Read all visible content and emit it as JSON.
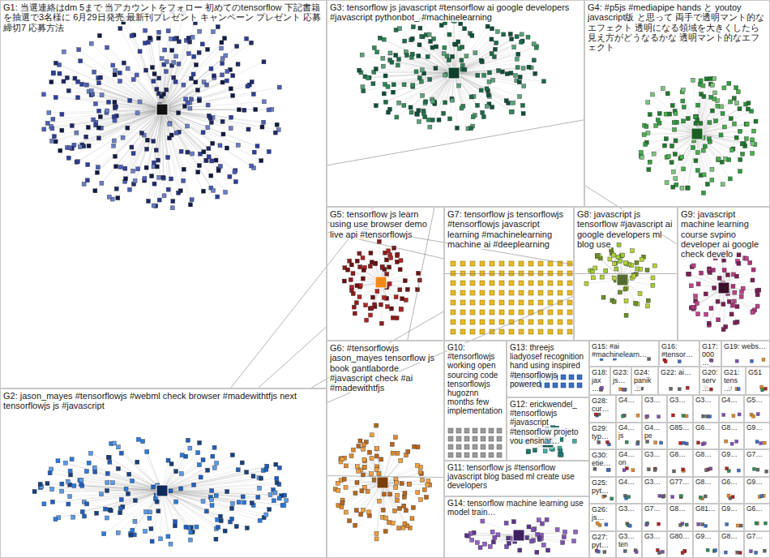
{
  "diagram": {
    "nodes": [
      {
        "text": [
          "G1: 当選連絡はdm 5まで 当アカウントをフォロー 初めてのtensorflow 下記書籍を抽選で3名様に 6月29日発売 最新刊プレゼント キャンペーン プレゼント 応募締切7 応募方法"
        ]
      },
      {
        "text": [
          "G3: tensorflow js javascript #tensorflow ai google developers #javascript pythonbot_ #machinelearning"
        ]
      },
      {
        "text": [
          "G4: #p5js #mediapipe hands と youtoy javascript版 と思って 両手で透明マント的なエフェクト 透明になる領域を大きくしたら見え方がどうなるかな 透明マント的なエフェクト"
        ]
      },
      {
        "text": [
          "G5: tensorflow js learn using use browser demo live api #tensorflowjs"
        ]
      },
      {
        "text": [
          "G7: tensorflow js tensorflowjs #tensorflowjs javascript learning #machinelearning machine ai #deeplearning"
        ]
      },
      {
        "text": [
          "G8: javascript js tensorflow #javascript ai google developers ml blog use"
        ]
      },
      {
        "text": [
          "G9: javascript machine learning course svpino developer ai google check develo"
        ]
      },
      {
        "text": [
          "G2: jason_mayes #tensorflowjs #webml check browser #madewithtfjs next tensorflowjs js #javascript"
        ]
      },
      {
        "text": [
          "G6: #tensorflowjs jason_mayes tensorflow js book gantlaborde #javascript check #ai #madewithtfjs"
        ]
      },
      {
        "text": [
          "G10: #tensorflowjs working open sourcing code tensorflowjs hugoznn months few implementation"
        ]
      },
      {
        "text": [
          "G13: threejs liadyosef recognition hand using inspired #tensorflowjs powered"
        ]
      },
      {
        "text": [
          "G12: erickwendel_ #tensorflowjs #javascript #tensorflow projeto vou ensinar…"
        ]
      },
      {
        "text": [
          "G11: tensorflow js #tensorflow javascript blog based ml create use developers"
        ]
      },
      {
        "text": [
          "G14: tensorflow machine learning use model train…"
        ]
      },
      {
        "text": [
          "G15: #ai #machinelearn…"
        ]
      },
      {
        "text": [
          "G16: #tensor…"
        ]
      },
      {
        "text": [
          "G17: 000…"
        ]
      },
      {
        "text": [
          "G19: webs…"
        ]
      },
      {
        "text": [
          "G18: jax…"
        ]
      },
      {
        "text": [
          "G23: js…"
        ]
      },
      {
        "text": [
          "G24: panik…"
        ]
      },
      {
        "text": [
          "G22: ai…"
        ]
      },
      {
        "text": [
          "G20: serv…"
        ]
      },
      {
        "text": [
          "G21: tens…"
        ]
      },
      {
        "text": [
          "G51"
        ]
      },
      {
        "text": [
          "G28: cur…"
        ]
      },
      {
        "text": [
          "G4…"
        ]
      },
      {
        "text": [
          "G3…"
        ]
      },
      {
        "text": [
          "G3…"
        ]
      },
      {
        "text": [
          "G3…"
        ]
      },
      {
        "text": [
          "G4…"
        ]
      },
      {
        "text": [
          "G5…"
        ]
      },
      {
        "text": [
          "G29: typ…"
        ]
      },
      {
        "text": [
          "G4… js"
        ]
      },
      {
        "text": [
          "G4… pe"
        ]
      },
      {
        "text": [
          "G85…"
        ]
      },
      {
        "text": [
          "G6…"
        ]
      },
      {
        "text": [
          "G8…"
        ]
      },
      {
        "text": [
          "G9…"
        ]
      },
      {
        "text": [
          "G30: etie…"
        ]
      },
      {
        "text": [
          "G4… on"
        ]
      },
      {
        "text": [
          "G3…"
        ]
      },
      {
        "text": [
          "G8…"
        ]
      },
      {
        "text": [
          "G8…"
        ]
      },
      {
        "text": [
          "G9…"
        ]
      },
      {
        "text": [
          "G7…"
        ]
      },
      {
        "text": [
          "G25: pyt…"
        ]
      },
      {
        "text": [
          "G4…"
        ]
      },
      {
        "text": [
          "G3…"
        ]
      },
      {
        "text": [
          "G77…"
        ]
      },
      {
        "text": [
          "G8…"
        ]
      },
      {
        "text": [
          "G6…"
        ]
      },
      {
        "text": [
          "G9…"
        ]
      },
      {
        "text": [
          "G26: js…"
        ]
      },
      {
        "text": [
          "G3…"
        ]
      },
      {
        "text": [
          "G7…"
        ]
      },
      {
        "text": [
          "G8…"
        ]
      },
      {
        "text": [
          "G81…"
        ]
      },
      {
        "text": [
          "G9…"
        ]
      },
      {
        "text": [
          "G6…"
        ]
      },
      {
        "text": [
          "G27: pyt…"
        ]
      },
      {
        "text": [
          "G3… ten"
        ]
      },
      {
        "text": [
          "G3…"
        ]
      },
      {
        "text": [
          "G80…"
        ]
      },
      {
        "text": [
          "G9…"
        ]
      },
      {
        "text": [
          "G8…"
        ]
      },
      {
        "text": [
          "G7…"
        ]
      }
    ],
    "edges": [
      {
        "from": 7,
        "to": 1,
        "arrow": "none"
      },
      {
        "from": 7,
        "to": 3,
        "arrow": "none"
      },
      {
        "from": 7,
        "to": 4,
        "arrow": "none"
      },
      {
        "from": 7,
        "to": 5,
        "arrow": "none"
      },
      {
        "from": 7,
        "to": 12,
        "arrow": "none"
      },
      {
        "from": 8,
        "to": 1,
        "arrow": "none"
      },
      {
        "from": 1,
        "to": 4,
        "arrow": "none"
      },
      {
        "from": 0,
        "to": 4,
        "arrow": "none"
      },
      {
        "from": 0,
        "to": 5,
        "arrow": "none"
      },
      {
        "from": 0,
        "to": 2,
        "arrow": "none"
      },
      {
        "from": 3,
        "to": 6,
        "arrow": "none"
      },
      {
        "from": 1,
        "to": 6,
        "arrow": "none"
      }
    ]
  }
}
